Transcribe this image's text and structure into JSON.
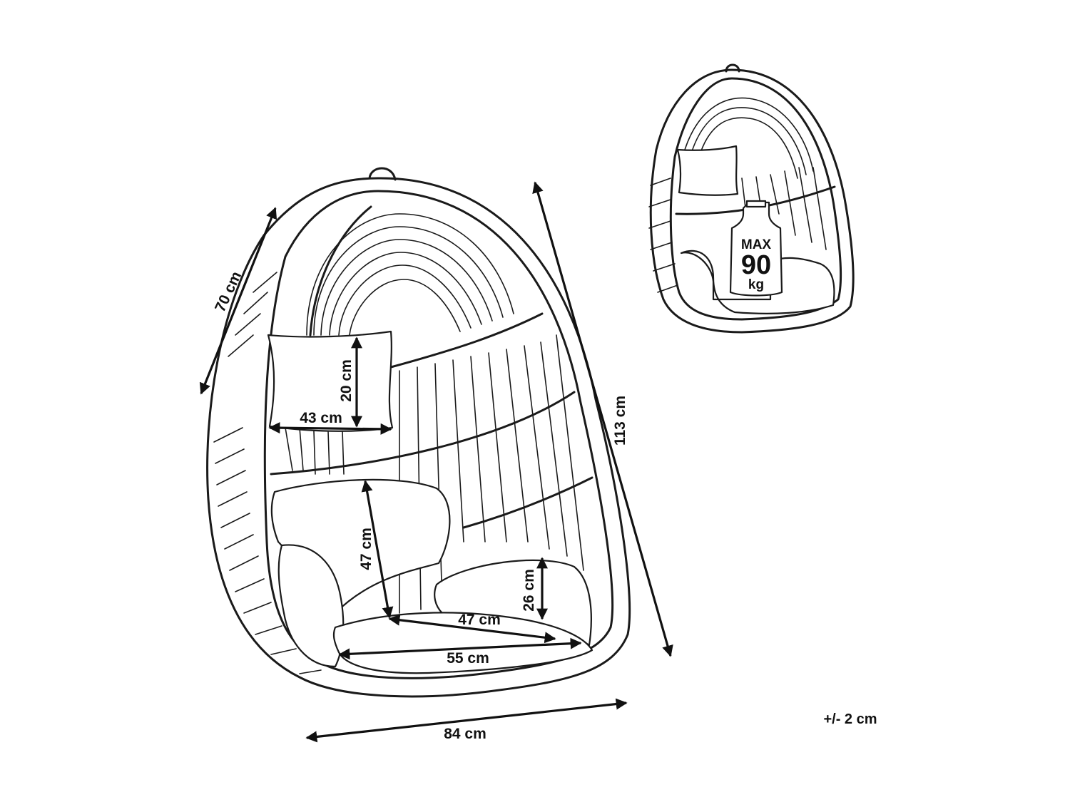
{
  "diagram": {
    "dimensions": {
      "depth": "70 cm",
      "height": "113 cm",
      "width": "84 cm",
      "pillow_height": "20 cm",
      "pillow_width": "43 cm",
      "backrest_height": "47 cm",
      "armrest_height": "26 cm",
      "seat_depth": "47 cm",
      "seat_width": "55 cm"
    },
    "tolerance": "+/- 2 cm",
    "max_load": {
      "prefix": "MAX",
      "value": "90",
      "unit": "kg"
    }
  }
}
